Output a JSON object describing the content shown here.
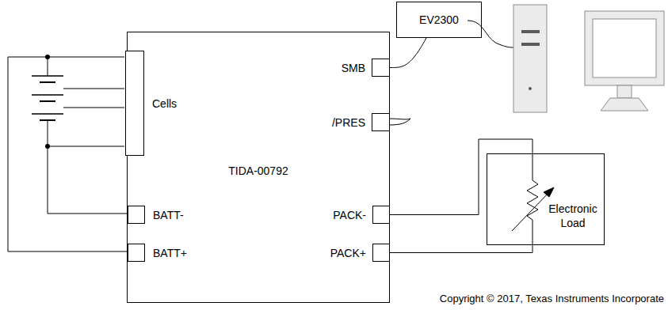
{
  "diagram": {
    "caption": "Copyright © 2017, Texas Instruments Incorporate",
    "nodes": [
      {
        "text": [
          "TIDA-00792"
        ]
      },
      {
        "text": [
          "Cells"
        ],
        "in": 0
      },
      {
        "text": [
          "SMB"
        ],
        "in": 0
      },
      {
        "text": [
          "/PRES"
        ],
        "in": 0
      },
      {
        "text": [
          "BATT-"
        ],
        "in": 0
      },
      {
        "text": [
          "BATT+"
        ],
        "in": 0
      },
      {
        "text": [
          "PACK-"
        ],
        "in": 0
      },
      {
        "text": [
          "PACK+"
        ],
        "in": 0
      },
      {
        "text": [
          "EV2300"
        ]
      },
      {
        "text": [
          "Electronic Load"
        ]
      }
    ],
    "edges": [
      {
        "from": 2,
        "to": 8,
        "arrow": "none"
      },
      {
        "from": 6,
        "to": 9,
        "arrow": "none"
      },
      {
        "from": 7,
        "to": 9,
        "arrow": "none"
      }
    ]
  }
}
